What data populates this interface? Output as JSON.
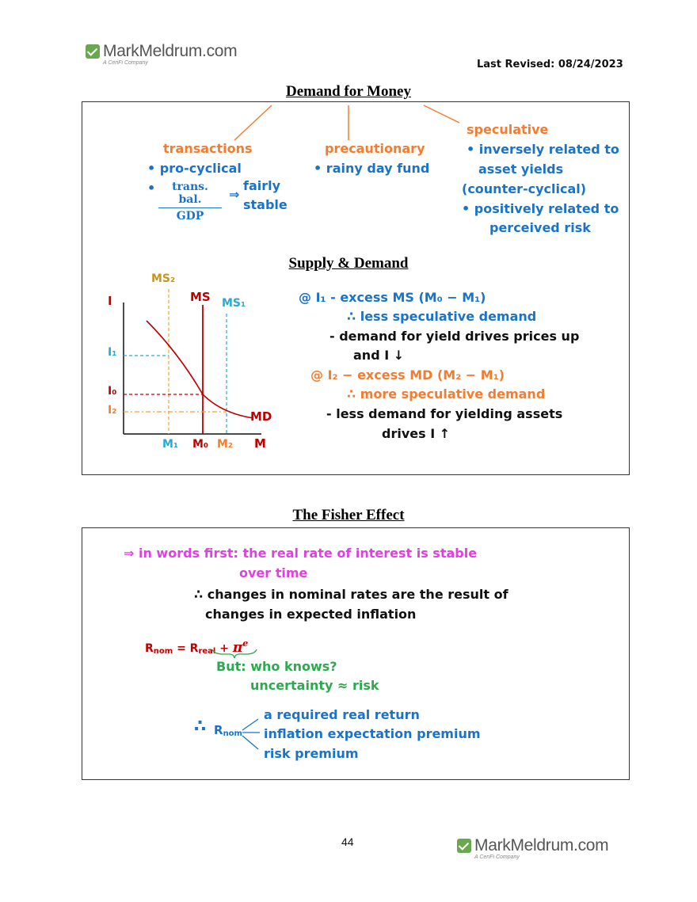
{
  "header": {
    "logo_text": "MarkMeldrum.com",
    "logo_sub": "A CeriFi Company",
    "last_revised": "Last Revised: 08/24/2023"
  },
  "section1": {
    "title": "Demand for Money",
    "transactions": {
      "heading": "transactions",
      "bullet1": "• pro-cyclical",
      "bullet2_prefix": "•",
      "frac_num": "trans. bal.",
      "frac_den": "GDP",
      "arrow": "⇒",
      "result1": "fairly",
      "result2": "stable"
    },
    "precautionary": {
      "heading": "precautionary",
      "bullet1": "• rainy day fund"
    },
    "speculative": {
      "heading": "speculative",
      "line1": "• inversely related to",
      "line2": "asset yields",
      "line3": "(counter-cyclical)",
      "line4": "• positively related to",
      "line5": "perceived risk"
    },
    "subtitle": "Supply & Demand",
    "graph": {
      "y_axis": "I",
      "x_axis": "M",
      "ms2": "MS₂",
      "ms": "MS",
      "ms1": "MS₁",
      "md": "MD",
      "i1": "I₁",
      "i0": "I₀",
      "i2": "I₂",
      "m1": "M₁",
      "m0": "M₀",
      "m2": "M₂"
    },
    "notes": {
      "line1": "@ I₁ - excess MS (M₀ − M₁)",
      "line2": "∴ less speculative demand",
      "line3": "- demand for yield drives prices up",
      "line4": "and I ↓",
      "line5": "@ I₂ − excess MD (M₂ − M₁)",
      "line6": "∴ more speculative demand",
      "line7": "- less demand for yielding assets",
      "line8": "drives I ↑"
    }
  },
  "section2": {
    "title": "The Fisher Effect",
    "line1": "⇒ in words first: the real rate of interest is stable",
    "line2": "over time",
    "line3": "∴ changes in nominal rates are the result of",
    "line4": "changes in expected inflation",
    "eq_rnom": "R",
    "eq_rnom_sub": "nom",
    "eq_mid": " = R",
    "eq_real_sub": "real",
    "eq_plus": " + ",
    "eq_pi": "π",
    "eq_pi_sup": "e",
    "but": "But: who knows?",
    "uncertainty": "uncertainty ≈ risk",
    "therefore": "∴",
    "rnom2": "R",
    "rnom2_sub": "nom",
    "comp1": "a required real return",
    "comp2": "inflation expectation premium",
    "comp3": "risk premium"
  },
  "footer": {
    "page_number": "44",
    "logo_text": "MarkMeldrum.com",
    "logo_sub": "A CeriFi Company"
  }
}
